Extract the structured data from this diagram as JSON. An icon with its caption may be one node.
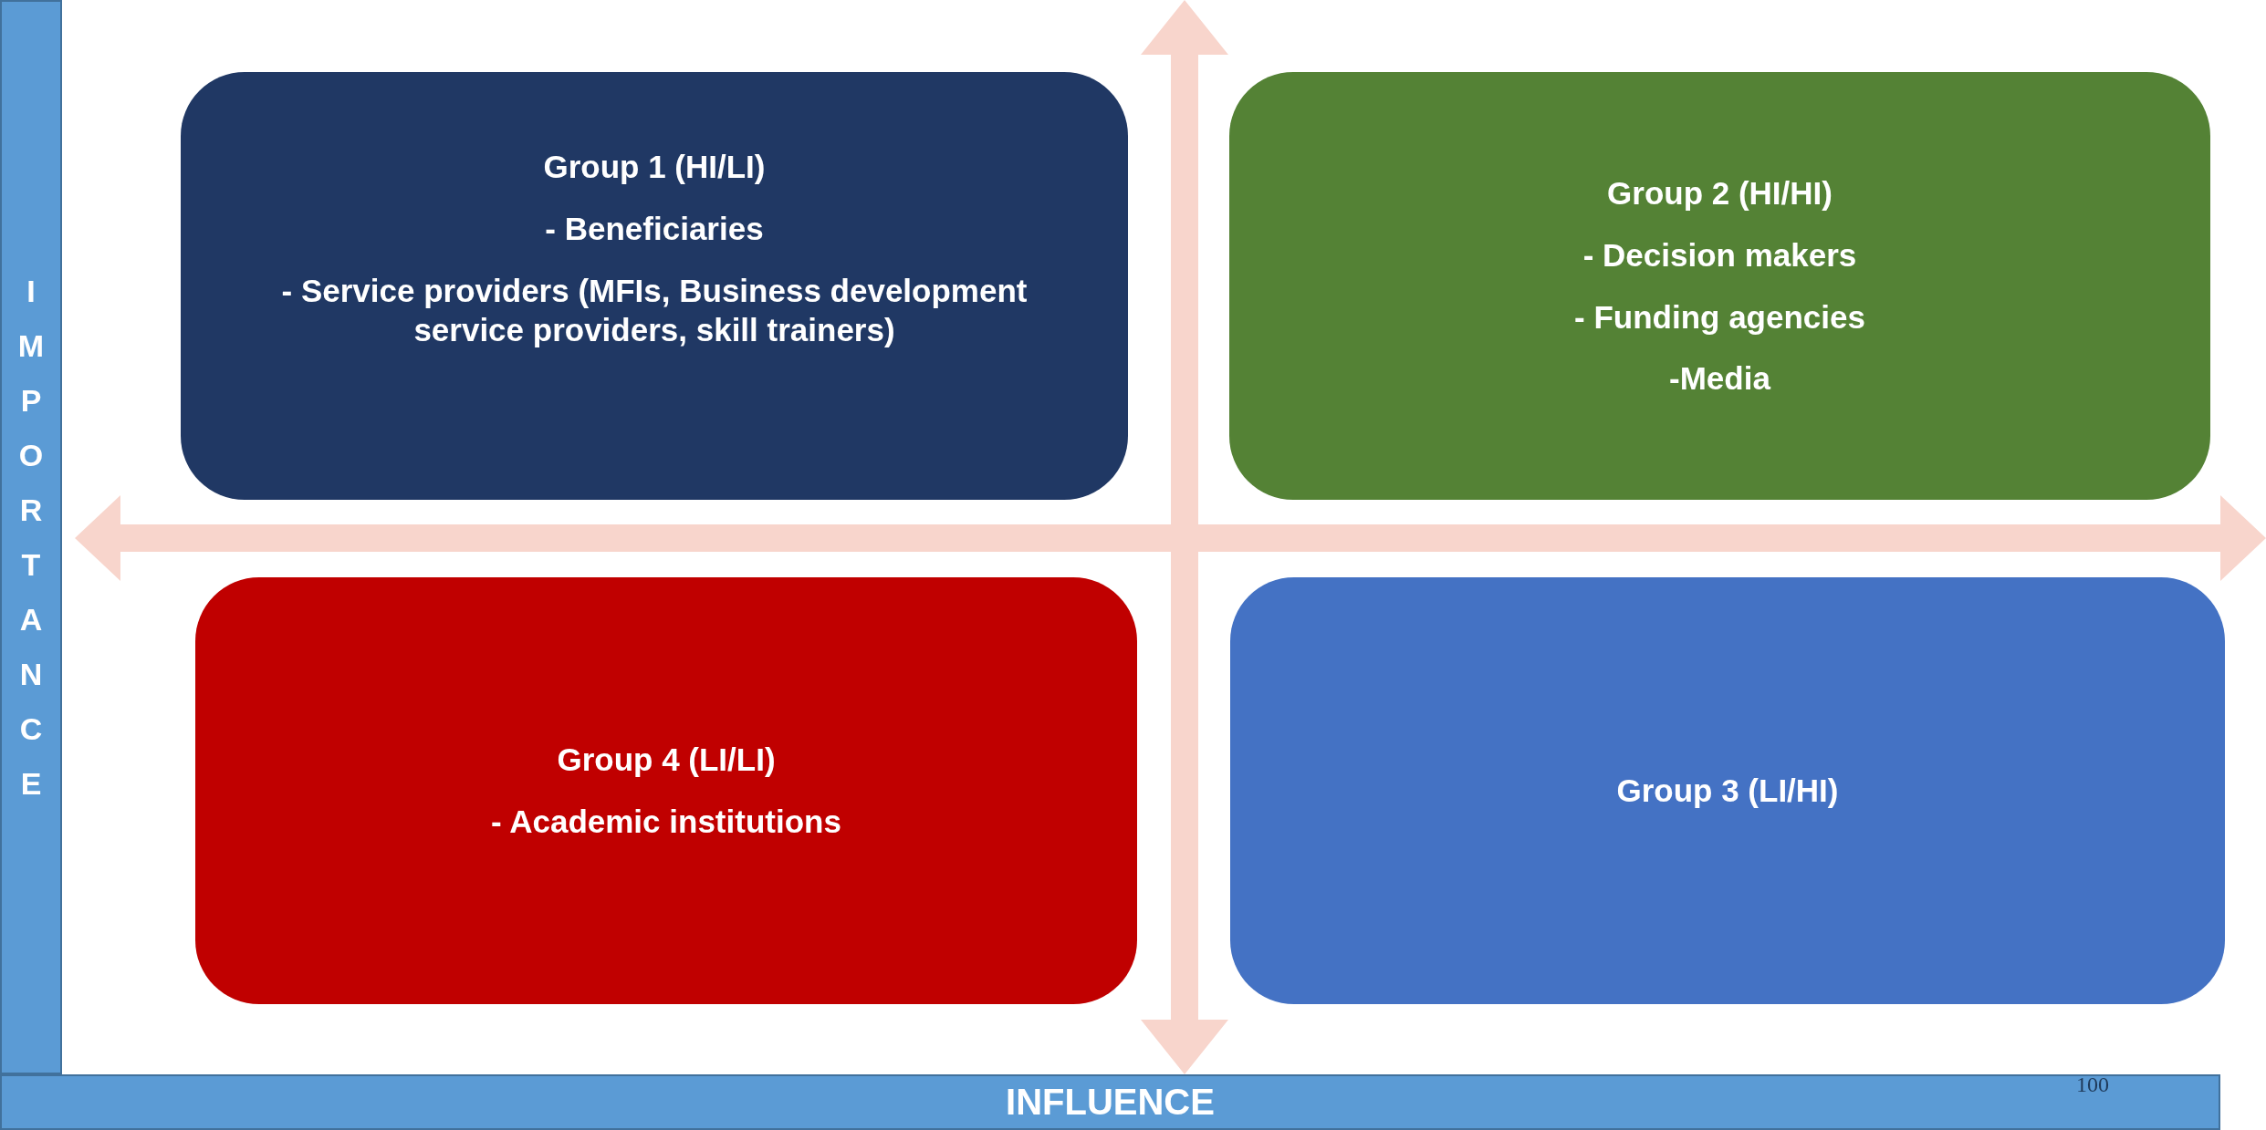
{
  "diagram": {
    "nodes": [
      {
        "text": [
          "Group 1 (HI/LI)",
          "- Beneficiaries",
          "- Service providers (MFIs, Business development service providers, skill trainers)"
        ]
      },
      {
        "text": [
          "Group 2 (HI/HI)",
          "- Decision makers",
          "- Funding agencies",
          "-Media"
        ]
      },
      {
        "text": [
          "Group 4 (LI/LI)",
          "- Academic institutions"
        ]
      },
      {
        "text": [
          "Group 3 (LI/HI)"
        ]
      },
      {
        "text": [
          "IMPORTANCE"
        ]
      },
      {
        "text": [
          "INFLUENCE"
        ]
      }
    ],
    "edges": [],
    "labels": [
      "100"
    ]
  }
}
